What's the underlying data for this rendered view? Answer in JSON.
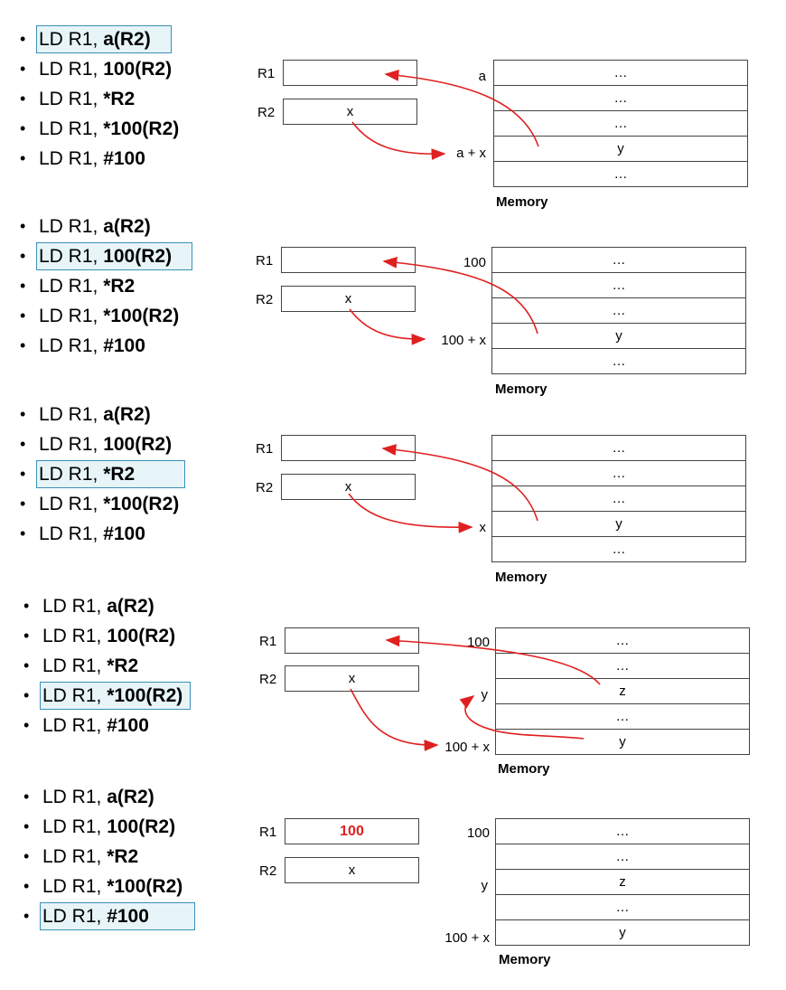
{
  "instructions": [
    {
      "prefix": "LD R1, ",
      "operand": "a(R2)"
    },
    {
      "prefix": "LD R1, ",
      "operand": "100(R2)"
    },
    {
      "prefix": "LD R1, ",
      "operand": "*R2"
    },
    {
      "prefix": "LD R1, ",
      "operand": "*100(R2)"
    },
    {
      "prefix": "LD R1, ",
      "operand": "#100"
    }
  ],
  "bullet": "•",
  "register_labels": {
    "r1": "R1",
    "r2": "R2"
  },
  "memory_caption": "Memory",
  "arrow_color": "#e02020",
  "highlight_color": "#e7f5f9",
  "panels": [
    {
      "highlight_index": 0,
      "r1_value": "",
      "r2_value": "x",
      "memory_rows": [
        "…",
        "…",
        "…",
        "y",
        "…"
      ],
      "addr_labels": {
        "row0": "a",
        "row2": "",
        "row3": "a + x",
        "row4": ""
      }
    },
    {
      "highlight_index": 1,
      "r1_value": "",
      "r2_value": "x",
      "memory_rows": [
        "…",
        "…",
        "…",
        "y",
        "…"
      ],
      "addr_labels": {
        "row0": "100",
        "row2": "",
        "row3": "100 + x",
        "row4": ""
      }
    },
    {
      "highlight_index": 2,
      "r1_value": "",
      "r2_value": "x",
      "memory_rows": [
        "…",
        "…",
        "…",
        "y",
        "…"
      ],
      "addr_labels": {
        "row0": "",
        "row2": "",
        "row3": "x",
        "row4": ""
      }
    },
    {
      "highlight_index": 3,
      "r1_value": "",
      "r2_value": "x",
      "memory_rows": [
        "…",
        "…",
        "z",
        "…",
        "y"
      ],
      "addr_labels": {
        "row0": "100",
        "row2": "y",
        "row3": "",
        "row4": "100 + x"
      }
    },
    {
      "highlight_index": 4,
      "r1_value": "100",
      "r2_value": "x",
      "memory_rows": [
        "…",
        "…",
        "z",
        "…",
        "y"
      ],
      "addr_labels": {
        "row0": "100",
        "row2": "y",
        "row3": "",
        "row4": "100 + x"
      }
    }
  ]
}
